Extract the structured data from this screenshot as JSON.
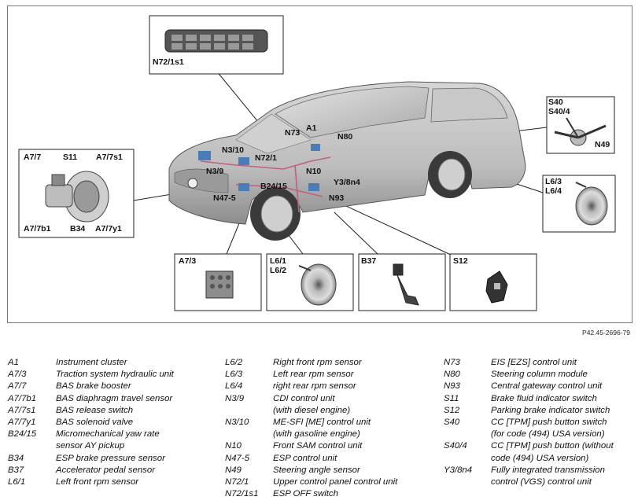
{
  "labels": {
    "n72_1s1": "N72/1s1",
    "a7_7": "A7/7",
    "s11": "S11",
    "a7_7s1": "A7/7s1",
    "a7_7b1": "A7/7b1",
    "b34": "B34",
    "a7_7y1": "A7/7y1",
    "s40": "S40",
    "s40_4": "S40/4",
    "n49": "N49",
    "l6_3": "L6/3",
    "l6_4": "L6/4",
    "a7_3": "A7/3",
    "l6_1": "L6/1",
    "l6_2": "L6/2",
    "b37": "B37",
    "s12": "S12",
    "n73": "N73",
    "a1": "A1",
    "n80": "N80",
    "n3_10": "N3/10",
    "n3_9": "N3/9",
    "n72_1": "N72/1",
    "n10": "N10",
    "y3_8n4": "Y3/8n4",
    "b24_15": "B24/15",
    "n47_5": "N47-5",
    "n93": "N93"
  },
  "figure_ref": "P42.45-2696-79",
  "legend": {
    "col1": [
      {
        "code": "A1",
        "desc": "Instrument cluster"
      },
      {
        "code": "A7/3",
        "desc": "Traction system hydraulic unit"
      },
      {
        "code": "A7/7",
        "desc": "BAS brake booster"
      },
      {
        "code": "A7/7b1",
        "desc": "BAS diaphragm travel sensor"
      },
      {
        "code": "A7/7s1",
        "desc": "BAS release switch"
      },
      {
        "code": "A7/7y1",
        "desc": "BAS solenoid valve"
      },
      {
        "code": "B24/15",
        "desc": "Micromechanical yaw rate"
      },
      {
        "code": "",
        "desc": "sensor AY pickup"
      },
      {
        "code": "B34",
        "desc": "ESP brake pressure sensor"
      },
      {
        "code": "B37",
        "desc": "Accelerator pedal sensor"
      },
      {
        "code": "L6/1",
        "desc": "Left front rpm sensor"
      }
    ],
    "col2": [
      {
        "code": "L6/2",
        "desc": "Right front rpm sensor"
      },
      {
        "code": "L6/3",
        "desc": "Left rear rpm sensor"
      },
      {
        "code": "L6/4",
        "desc": "right rear rpm sensor"
      },
      {
        "code": "N3/9",
        "desc": "CDI control unit"
      },
      {
        "code": "",
        "desc": "(with diesel engine)"
      },
      {
        "code": "N3/10",
        "desc": "ME-SFI [ME] control unit"
      },
      {
        "code": "",
        "desc": "(with gasoline engine)"
      },
      {
        "code": "N10",
        "desc": "Front SAM control unit"
      },
      {
        "code": "N47-5",
        "desc": "ESP control unit"
      },
      {
        "code": "N49",
        "desc": "Steering angle sensor"
      },
      {
        "code": "N72/1",
        "desc": "Upper control panel control unit"
      },
      {
        "code": "N72/1s1",
        "desc": "ESP OFF switch"
      }
    ],
    "col3": [
      {
        "code": "N73",
        "desc": "EIS [EZS] control unit"
      },
      {
        "code": "N80",
        "desc": "Steering column module"
      },
      {
        "code": "N93",
        "desc": "Central gateway control unit"
      },
      {
        "code": "S11",
        "desc": "Brake fluid indicator switch"
      },
      {
        "code": "S12",
        "desc": "Parking brake indicator switch"
      },
      {
        "code": "S40",
        "desc": "CC [TPM] push button switch"
      },
      {
        "code": "",
        "desc": "(for code (494) USA version)"
      },
      {
        "code": "S40/4",
        "desc": "CC [TPM] push button (without"
      },
      {
        "code": "",
        "desc": "code (494) USA version)"
      },
      {
        "code": "Y3/8n4",
        "desc": "Fully integrated transmission"
      },
      {
        "code": "",
        "desc": "control (VGS) control unit"
      }
    ]
  }
}
